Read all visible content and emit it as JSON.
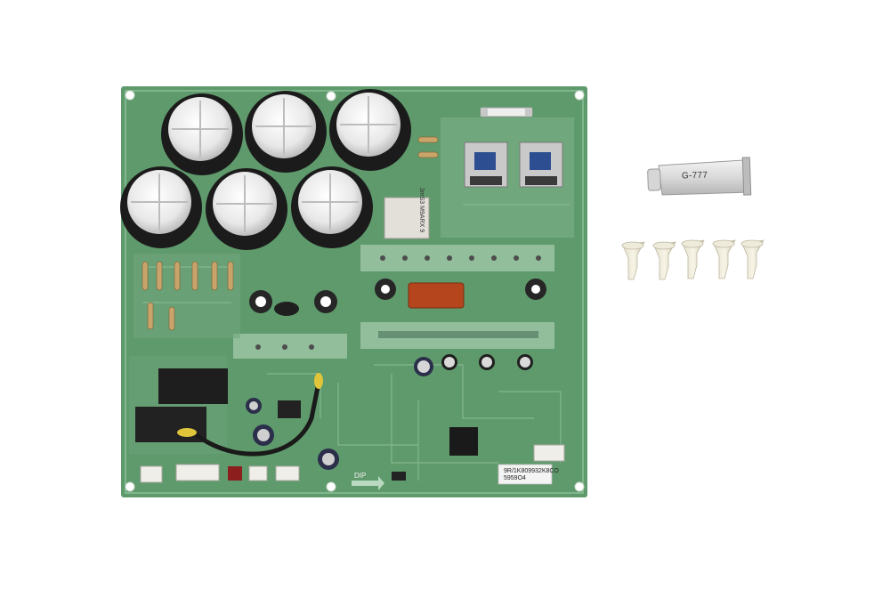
{
  "scene": {
    "background": "#ffffff",
    "board_color": "#5f9a6c",
    "board_dark": "#3f7a50",
    "objects": [
      "circuit-board",
      "thermal-paste-tube",
      "plastic-spacers"
    ]
  },
  "board": {
    "sticker_line1": "9R/1K809932K8CO",
    "sticker_line2": "5959O4",
    "dip_label": "DIP",
    "inductor_label": "3mS3 M9ARX 9"
  },
  "tube": {
    "label": "G-777"
  },
  "spacers": {
    "count": 5
  }
}
